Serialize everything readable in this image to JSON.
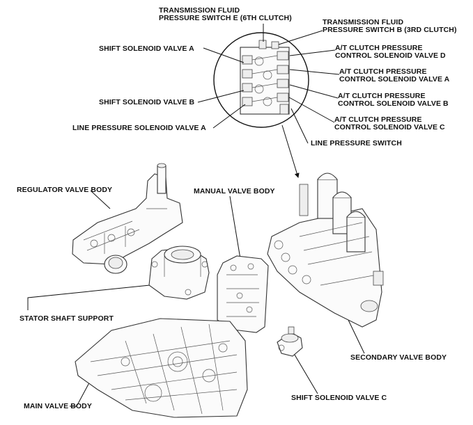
{
  "labels": {
    "tfps_e": [
      "TRANSMISSION FLUID",
      "PRESSURE SWITCH E (6TH CLUTCH)"
    ],
    "tfps_b": [
      "TRANSMISSION FLUID",
      "PRESSURE SWITCH B (3RD CLUTCH)"
    ],
    "ssv_a": "SHIFT SOLENOID VALVE A",
    "atc_d": [
      "A/T CLUTCH PRESSURE",
      "CONTROL SOLENOID VALVE D"
    ],
    "atc_a": [
      "A/T CLUTCH PRESSURE",
      "CONTROL SOLENOID VALVE A"
    ],
    "ssv_b": "SHIFT SOLENOID VALVE B",
    "atc_b": [
      "A/T CLUTCH PRESSURE",
      "CONTROL SOLENOID VALVE B"
    ],
    "atc_c": [
      "A/T CLUTCH PRESSURE",
      "CONTROL SOLENOID VALVE C"
    ],
    "lpsv_a": "LINE PRESSURE SOLENOID VALVE A",
    "lps": "LINE PRESSURE SWITCH",
    "regulator": "REGULATOR VALVE BODY",
    "manual": "MANUAL VALVE BODY",
    "stator": "STATOR SHAFT SUPPORT",
    "secondary": "SECONDARY VALVE BODY",
    "main": "MAIN VALVE BODY",
    "ssv_c": "SHIFT SOLENOID VALVE C"
  }
}
